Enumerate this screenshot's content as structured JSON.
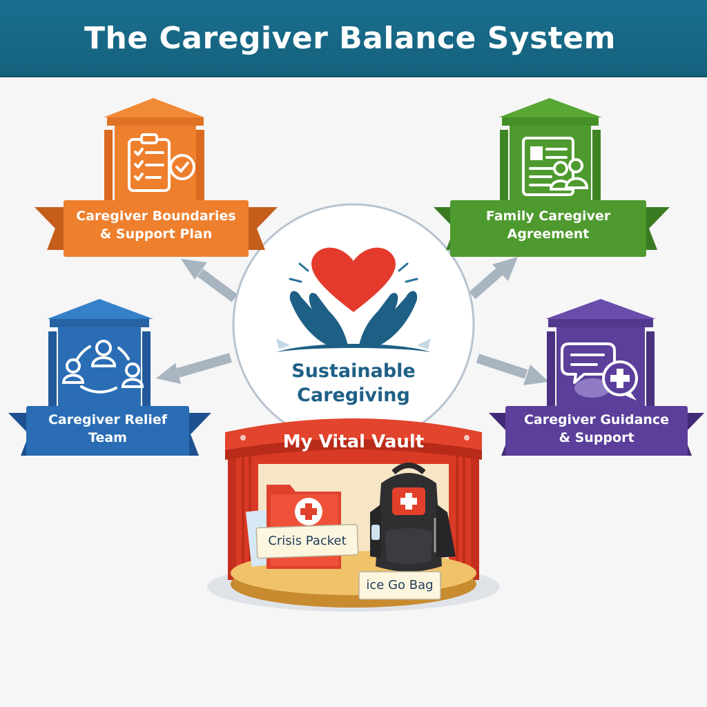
{
  "title": "The Caregiver Balance System",
  "center": {
    "line1": "Sustainable",
    "line2": "Caregiving",
    "icon": "heart-hands-icon"
  },
  "pillars": {
    "boundaries": {
      "line1": "Caregiver Boundaries",
      "line2": "& Support Plan",
      "color": "#e8782a",
      "icon": "checklist-icon"
    },
    "agreement": {
      "line1": "Family Caregiver",
      "line2": "Agreement",
      "color": "#4e9a2f",
      "icon": "document-people-icon"
    },
    "relief": {
      "line1": "Caregiver Relief",
      "line2": "Team",
      "color": "#2a6db5",
      "icon": "team-circle-icon"
    },
    "guidance": {
      "line1": "Caregiver Guidance",
      "line2": "& Support",
      "color": "#5b3f9a",
      "icon": "chat-medical-icon"
    }
  },
  "vault": {
    "title": "My Vital Vault",
    "color": "#d93a25",
    "items": {
      "crisis_packet": {
        "label": "Crisis Packet",
        "icon": "medical-folder-icon"
      },
      "go_bag": {
        "label": "ice Go Bag",
        "icon": "medical-backpack-icon"
      }
    }
  }
}
